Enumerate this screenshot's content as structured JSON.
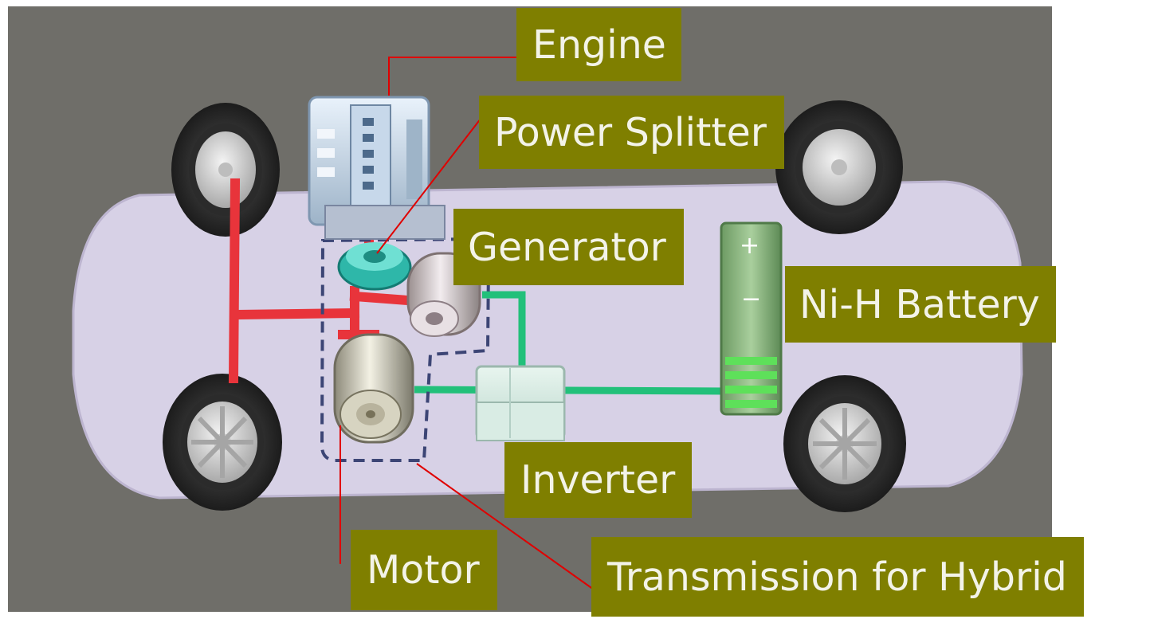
{
  "colors": {
    "background": "#6f6e69",
    "car_body": "#d7d1e6",
    "label_fill": "#7f7f00",
    "label_text": "#f3f3e8",
    "drive_line": "#e8343b",
    "electric_line": "#22c07a",
    "leader_line": "#e00000"
  },
  "labels": {
    "engine": "Engine",
    "power_splitter": "Power Splitter",
    "generator": "Generator",
    "battery": "Ni-H Battery",
    "inverter": "Inverter",
    "motor": "Motor",
    "transmission": "Transmission for Hybrid"
  }
}
